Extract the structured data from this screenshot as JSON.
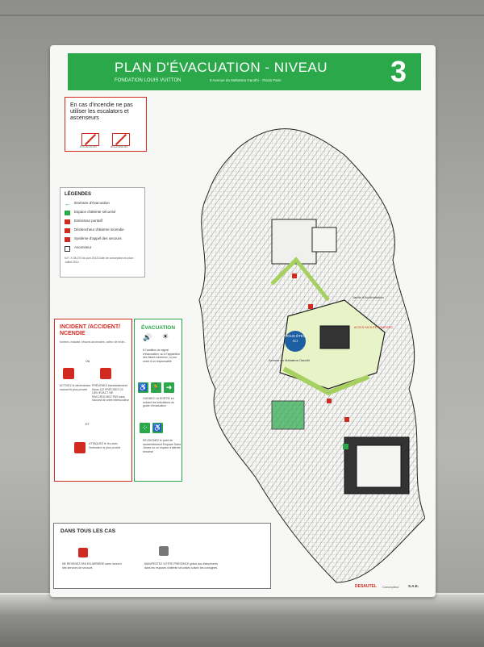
{
  "header": {
    "title": "PLAN D'ÉVACUATION - NIVEAU",
    "level": "3",
    "subtitle": "FONDATION LOUIS VUITTON",
    "address": "8 Avenue du Mahatma Gandhi - 75116 Paris"
  },
  "warning": {
    "text": "En cas d'incendie ne pas utiliser les escalators et ascenseurs",
    "icon_left_label": "ESCALATOR",
    "icon_right_label": "ASCENSEUR"
  },
  "legend": {
    "title": "LÉGENDES",
    "items": [
      {
        "label": "Itinéraire d'évacuation",
        "icon": "green-arrow-icon",
        "color": "#2aa84a"
      },
      {
        "label": "Espace d'attente sécurisé",
        "icon": "safe-area-icon",
        "color": "#2aa84a"
      },
      {
        "label": "Extincteur portatif",
        "icon": "extinguisher-icon",
        "color": "#d12a20"
      },
      {
        "label": "Déclencheur d'alarme incendie",
        "icon": "alarm-trigger-icon",
        "color": "#d12a20"
      },
      {
        "label": "Système d'appel des secours",
        "icon": "emergency-call-icon",
        "color": "#d12a20"
      },
      {
        "label": "Ascenseur",
        "icon": "elevator-icon",
        "color": "#333333"
      }
    ],
    "note": "N.F. X 08-070 du juin 2013 Date de conception du plan : Juillet 2014"
  },
  "incident": {
    "title": "INCIDENT /ACCIDENT/ NCENDIE",
    "intro": "fumées, malaise, lésions anormales, odeur de brûlé...",
    "activate": "ACTIVEZ le déclencheur manuel le plus proche",
    "alert": "PRÉVENEZ immédiatement Mous 112 PRÉCISEZ LE LIEU EXACT NE RACCROCHEZ PAS sans l'accord de votre interlocuteur",
    "attack": "ATTAQUEZ le feu avec l'extincteur le plus proche",
    "or_label": "OU",
    "and_label": "ET"
  },
  "evacuation": {
    "title": "ÉVACUATION",
    "step1": "À l'audition du signal d'évacuation, ou à l'apparition des flashs lumineux, ou sur ordre d'un responsable",
    "step2": "GAGNEZ LA SORTIE en suivant les indications du guide d'évacuation",
    "step3": "REJOIGNEZ le point de rassemblement Esquare Saint James ou un espace d'attente sécurisé",
    "exit_arrow": "➜"
  },
  "always": {
    "title": "DANS TOUS LES CAS",
    "left": "NE REVENEZ PAS EN ARRIÈRE sans l'accord des services de secours",
    "right": "MANIFESTEZ VOTRE PRÉSENCE grâce aux interphones dans les espaces d'attente sécurisés suivez les consignes"
  },
  "map": {
    "you_are_here": "VOUS ÊTES ICI",
    "avenue": "Avenue du Mahatma Gandhi",
    "garden": "Jardin d'Acclimatation",
    "garden_note": "ACCES FACILITÉ POMPIERS"
  },
  "footer": {
    "company": "DESAUTEL",
    "designer_label": "Concepteur",
    "designer": "S.A.E."
  },
  "colors": {
    "green": "#2aa84a",
    "red": "#d12a20",
    "blue": "#1d5fa3"
  }
}
